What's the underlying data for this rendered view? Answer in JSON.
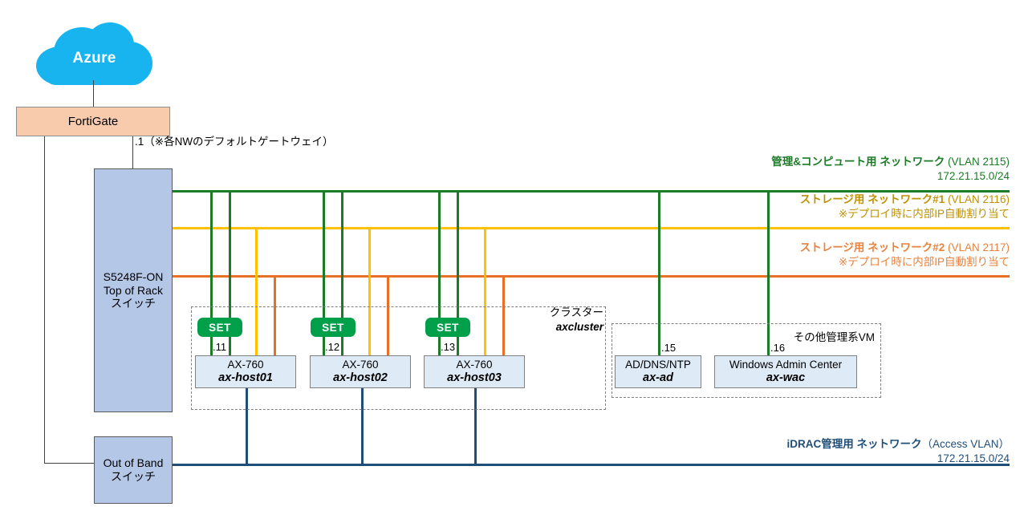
{
  "diagram": {
    "cloud": {
      "label": "Azure"
    },
    "firewall": {
      "label": "FortiGate"
    },
    "gateway_note": ".1（※各NWのデフォルトゲートウェイ）",
    "switches": [
      {
        "id": "tor",
        "line1": "S5248F-ON",
        "line2": "Top of Rack",
        "line3": "スイッチ"
      },
      {
        "id": "oob",
        "line1": "Out of Band",
        "line2": "スイッチ"
      }
    ],
    "networks": [
      {
        "id": "mgmt-compute",
        "name": "管理&コンピュート用 ネットワーク",
        "vlan": " (VLAN 2115)",
        "subnet": "172.21.15.0/24",
        "color": "#1B7B26"
      },
      {
        "id": "storage-1",
        "name": "ストレージ用 ネットワーク#1",
        "vlan": " (VLAN 2116)",
        "subnet": "※デプロイ時に内部IP自動割り当て",
        "color": "#FFC000"
      },
      {
        "id": "storage-2",
        "name": "ストレージ用 ネットワーク#2",
        "vlan": " (VLAN 2117)",
        "subnet": "※デプロイ時に内部IP自動割り当て",
        "color": "#E87024"
      },
      {
        "id": "idrac",
        "name": "iDRAC管理用 ネットワーク",
        "vlan": "（Access VLAN）",
        "subnet": "172.21.15.0/24",
        "color": "#1F4E79"
      }
    ],
    "cluster": {
      "title": "クラスター",
      "name": "axcluster"
    },
    "other_vm_group": {
      "title": "その他管理系VM"
    },
    "hosts": [
      {
        "set_label": "SET",
        "ip": ".11",
        "model": "AX-760",
        "name": "ax-host01"
      },
      {
        "set_label": "SET",
        "ip": ".12",
        "model": "AX-760",
        "name": "ax-host02"
      },
      {
        "set_label": "SET",
        "ip": ".13",
        "model": "AX-760",
        "name": "ax-host03"
      }
    ],
    "vms": [
      {
        "ip": ".15",
        "role": "AD/DNS/NTP",
        "name": "ax-ad"
      },
      {
        "ip": ".16",
        "role": "Windows Admin Center",
        "name": "ax-wac"
      }
    ]
  }
}
